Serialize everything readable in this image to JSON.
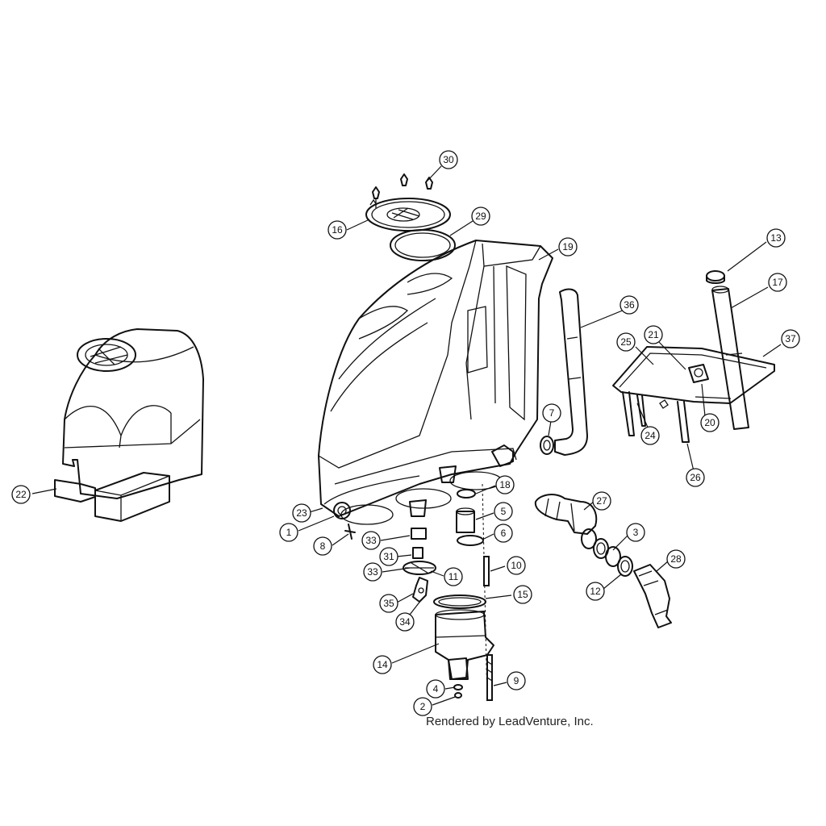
{
  "callouts": [
    {
      "id": "c1",
      "label": "1"
    },
    {
      "id": "c2",
      "label": "2"
    },
    {
      "id": "c3",
      "label": "3"
    },
    {
      "id": "c4",
      "label": "4"
    },
    {
      "id": "c5",
      "label": "5"
    },
    {
      "id": "c6",
      "label": "6"
    },
    {
      "id": "c7",
      "label": "7"
    },
    {
      "id": "c8",
      "label": "8"
    },
    {
      "id": "c9",
      "label": "9"
    },
    {
      "id": "c10",
      "label": "10"
    },
    {
      "id": "c11",
      "label": "11"
    },
    {
      "id": "c12",
      "label": "12"
    },
    {
      "id": "c13",
      "label": "13"
    },
    {
      "id": "c14",
      "label": "14"
    },
    {
      "id": "c15",
      "label": "15"
    },
    {
      "id": "c16",
      "label": "16"
    },
    {
      "id": "c17",
      "label": "17"
    },
    {
      "id": "c18",
      "label": "18"
    },
    {
      "id": "c19",
      "label": "19"
    },
    {
      "id": "c20",
      "label": "20"
    },
    {
      "id": "c21",
      "label": "21"
    },
    {
      "id": "c22",
      "label": "22"
    },
    {
      "id": "c23",
      "label": "23"
    },
    {
      "id": "c24",
      "label": "24"
    },
    {
      "id": "c25",
      "label": "25"
    },
    {
      "id": "c26",
      "label": "26"
    },
    {
      "id": "c27",
      "label": "27"
    },
    {
      "id": "c28",
      "label": "28"
    },
    {
      "id": "c29",
      "label": "29"
    },
    {
      "id": "c30",
      "label": "30"
    },
    {
      "id": "c31",
      "label": "31"
    },
    {
      "id": "c33a",
      "label": "33"
    },
    {
      "id": "c33b",
      "label": "33"
    },
    {
      "id": "c34",
      "label": "34"
    },
    {
      "id": "c35",
      "label": "35"
    },
    {
      "id": "c36",
      "label": "36"
    },
    {
      "id": "c37",
      "label": "37"
    }
  ],
  "credit": "Rendered by LeadVenture, Inc."
}
